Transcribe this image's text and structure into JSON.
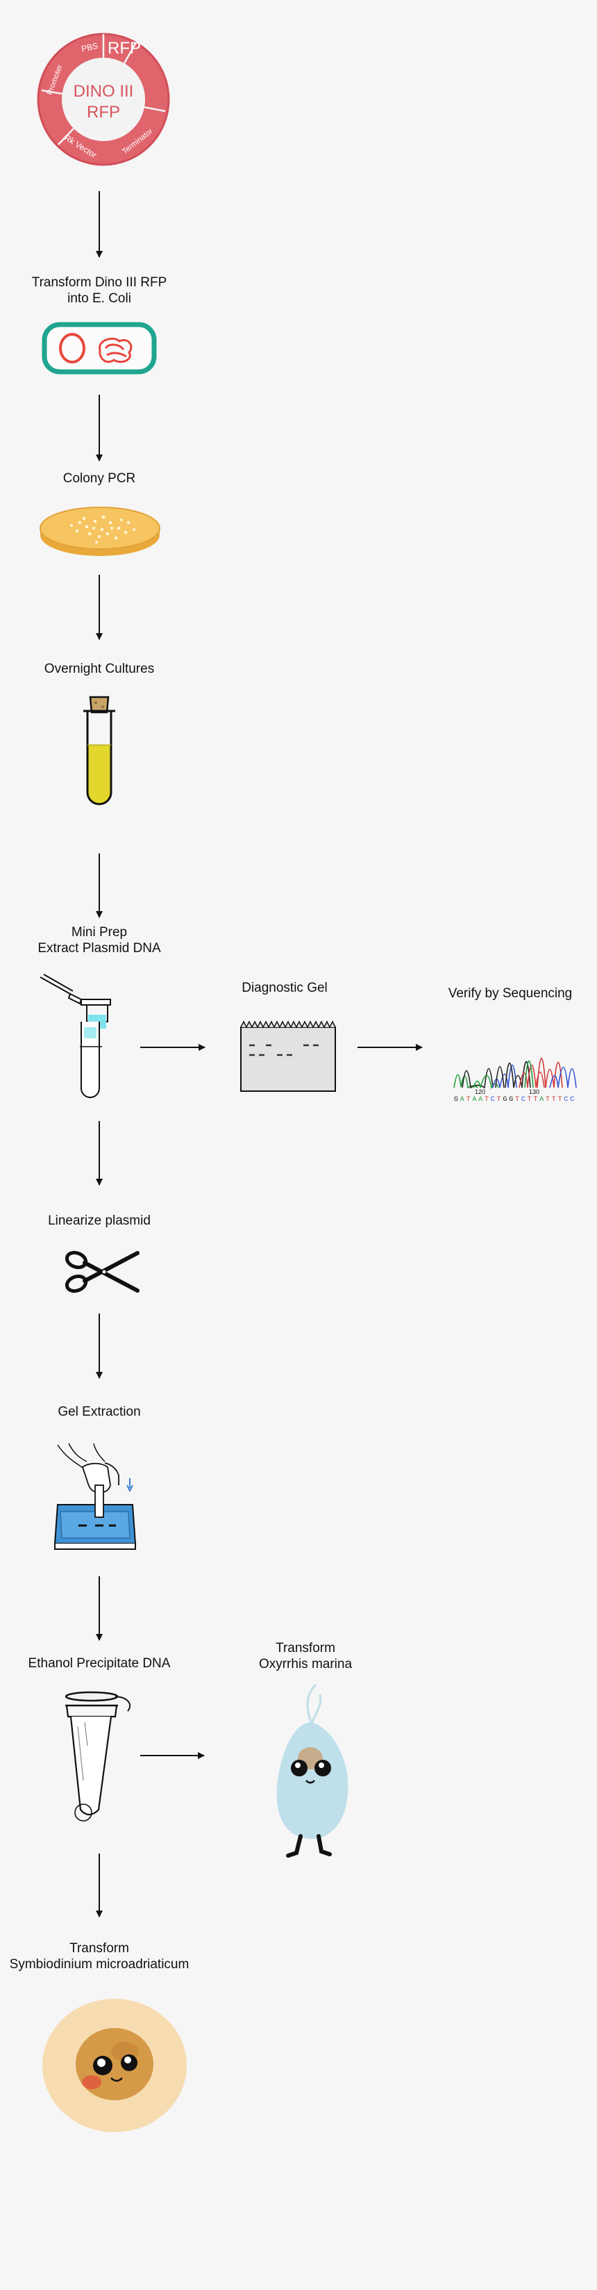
{
  "plasmid": {
    "ring_top": "RFP",
    "ring_left": "Promoter",
    "ring_right": "PBS",
    "ring_bottom": "Rk Vector",
    "ring_bottom_right": "Terminator",
    "center_line1": "DINO III",
    "center_line2": "RFP"
  },
  "steps": {
    "transform_ecoli": {
      "line1": "Transform Dino III RFP",
      "line2": "into E. Coli"
    },
    "colony_pcr": "Colony PCR",
    "overnight": "Overnight Cultures",
    "miniprep": {
      "line1": "Mini Prep",
      "line2": "Extract Plasmid DNA"
    },
    "diagnostic_gel": "Diagnostic Gel",
    "sequencing": "Verify by Sequencing",
    "linearize": "Linearize plasmid",
    "gel_extraction": "Gel Extraction",
    "ethanol": "Ethanol Precipitate DNA",
    "oxyrrhis": {
      "line1": "Transform",
      "line2": "Oxyrrhis marina"
    },
    "symbiodinium": {
      "line1": "Transform",
      "line2": "Symbiodinium microadriaticum"
    }
  },
  "chromatogram": {
    "tick1": "120",
    "tick2": "130",
    "bases": [
      "G",
      "A",
      "T",
      "A",
      "A",
      "T",
      "C",
      "T",
      "G",
      "G",
      "T",
      "C",
      "T",
      "T",
      "A",
      "T",
      "T",
      "T",
      "C",
      "C"
    ]
  },
  "colors": {
    "plasmid": "#e0646c",
    "bacteria_outline": "#1fa58f",
    "bacteria_plasmid": "#e8463c",
    "agar": "#f6c561",
    "culture": "#e3d62c",
    "gel": "#3e93d6",
    "oxyrrhis": "#bfe0ea",
    "symbiodinium": "#d59a47",
    "halo": "#f6dcb0"
  }
}
